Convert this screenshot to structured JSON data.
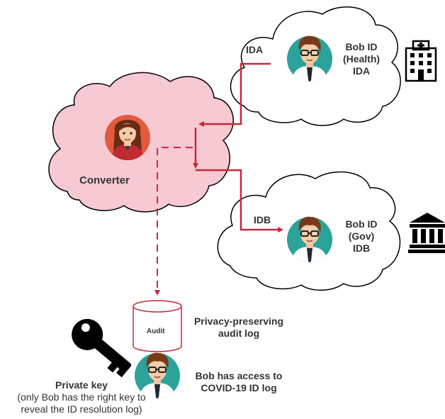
{
  "colors": {
    "arrow": "#c8283c",
    "converter_cloud_fill": "#f7c9d2",
    "cloud_stroke": "#000000",
    "avatar_bg": "#2ba39a",
    "converter_avatar_bg": "#e35a3f",
    "text": "#333333",
    "icon": "#000000"
  },
  "clouds": {
    "ida": {
      "label": "IDA",
      "id_lines": [
        "Bob ID",
        "(Health)",
        "IDA"
      ],
      "icon": "hospital-icon"
    },
    "idb": {
      "label": "IDB",
      "id_lines": [
        "Bob ID",
        "(Gov)",
        "IDB"
      ],
      "icon": "government-building-icon"
    },
    "converter": {
      "label": "Converter",
      "icon": "woman-avatar-icon"
    }
  },
  "audit": {
    "db_label": "Audit",
    "caption_lines": [
      "Privacy-preserving",
      "audit log"
    ]
  },
  "bob_access": {
    "lines": [
      "Bob has access to",
      "COVID-19 ID log"
    ]
  },
  "private_key": {
    "title": "Private key",
    "note_lines": [
      "(only Bob has the right key to",
      "reveal the ID resolution log)"
    ],
    "icon": "key-icon"
  }
}
